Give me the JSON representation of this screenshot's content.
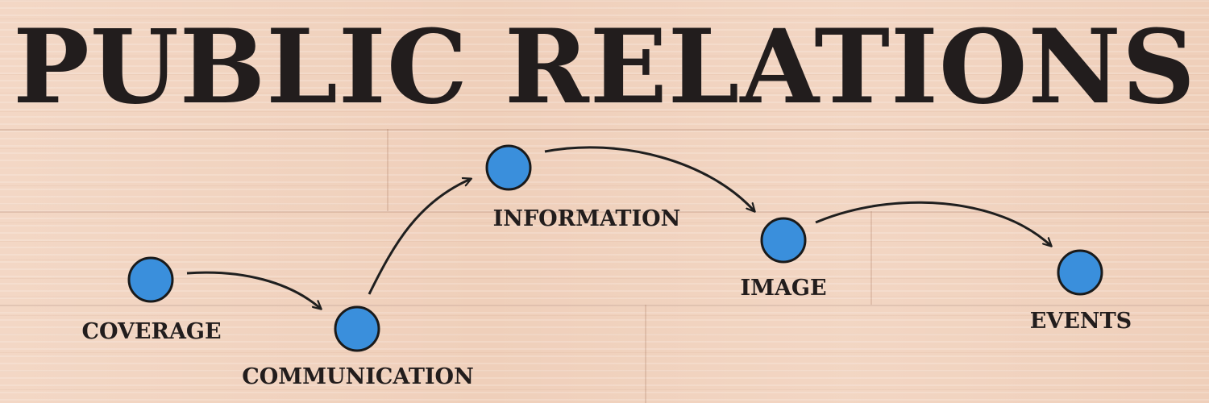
{
  "title": "PUBLIC RELATIONS",
  "colors": {
    "node_fill": "#3a8fdc",
    "node_stroke": "#1a1a1a",
    "arrow": "#1f1f1f",
    "text": "#221d1d"
  },
  "steps": [
    {
      "label": "COVERAGE"
    },
    {
      "label": "COMMUNICATION"
    },
    {
      "label": "INFORMATION"
    },
    {
      "label": "IMAGE"
    },
    {
      "label": "EVENTS"
    }
  ]
}
